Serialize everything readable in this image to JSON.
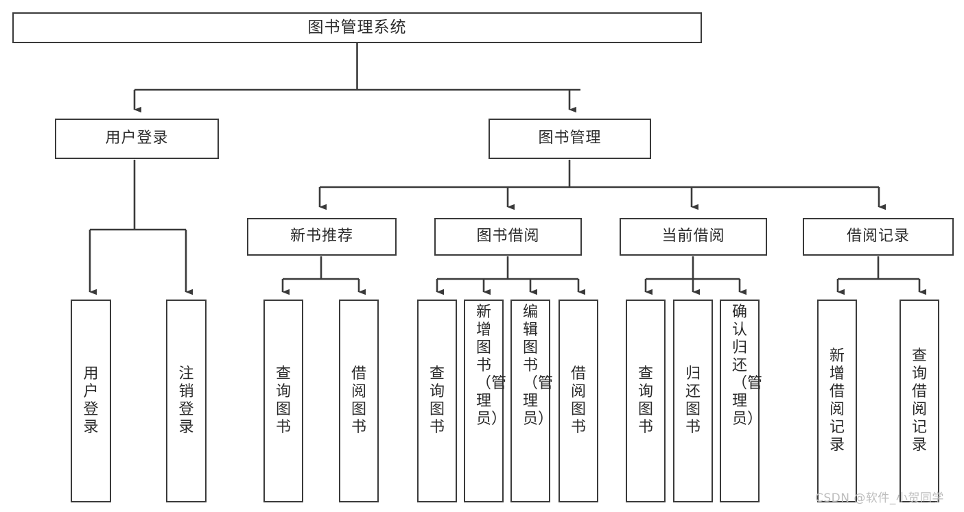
{
  "diagram": {
    "type": "tree",
    "title": "图书管理系统",
    "orientation": "top-down",
    "style": {
      "box_border_color": "#3a3a3a",
      "box_fill_color": "#ffffff",
      "text_color": "#2b2b2b",
      "edge_color": "#3a3a3a",
      "background": "#ffffff"
    },
    "nodes": {
      "root": {
        "label": "图书管理系统",
        "level": 1
      },
      "l2_user_login": {
        "label": "用户登录",
        "level": 2
      },
      "l2_book_manage": {
        "label": "图书管理",
        "level": 2
      },
      "l3_new_book_rec": {
        "label": "新书推荐",
        "level": 3
      },
      "l3_book_borrow": {
        "label": "图书借阅",
        "level": 3
      },
      "l3_current_borrow": {
        "label": "当前借阅",
        "level": 3
      },
      "l3_borrow_record": {
        "label": "借阅记录",
        "level": 3
      },
      "leaf_user_login": {
        "label": "用户登录",
        "level": 4,
        "parent": "l2_user_login"
      },
      "leaf_logout": {
        "label": "注销登录",
        "level": 4,
        "parent": "l2_user_login"
      },
      "leaf_query_book_a": {
        "label": "查询图书",
        "level": 4,
        "parent": "l3_new_book_rec"
      },
      "leaf_borrow_book_a": {
        "label": "借阅图书",
        "level": 4,
        "parent": "l3_new_book_rec"
      },
      "leaf_query_book_b": {
        "label": "查询图书",
        "level": 4,
        "parent": "l3_book_borrow"
      },
      "leaf_add_book": {
        "label": "新增图书（管理员）",
        "level": 4,
        "parent": "l3_book_borrow"
      },
      "leaf_edit_book": {
        "label": "编辑图书（管理员）",
        "level": 4,
        "parent": "l3_book_borrow"
      },
      "leaf_borrow_book_b": {
        "label": "借阅图书",
        "level": 4,
        "parent": "l3_book_borrow"
      },
      "leaf_query_book_c": {
        "label": "查询图书",
        "level": 4,
        "parent": "l3_current_borrow"
      },
      "leaf_return_book": {
        "label": "归还图书",
        "level": 4,
        "parent": "l3_current_borrow"
      },
      "leaf_confirm_return": {
        "label": "确认归还（管理员）",
        "level": 4,
        "parent": "l3_current_borrow"
      },
      "leaf_add_record": {
        "label": "新增借阅记录",
        "level": 4,
        "parent": "l3_borrow_record"
      },
      "leaf_query_record": {
        "label": "查询借阅记录",
        "level": 4,
        "parent": "l3_borrow_record"
      }
    }
  },
  "watermark": {
    "text": "CSDN @软件_小贺同学"
  }
}
